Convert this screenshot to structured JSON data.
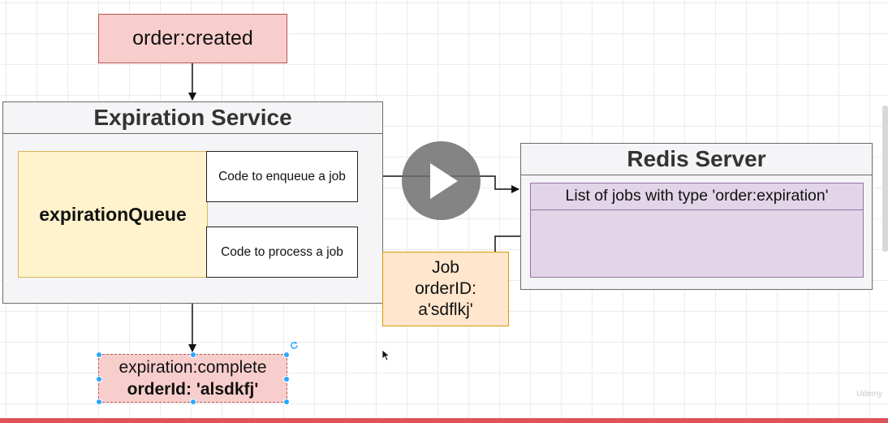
{
  "events": {
    "order_created": "order:created",
    "expiration_complete": {
      "line1": "expiration:complete",
      "line2": "orderId: 'alsdkfj'"
    }
  },
  "expiration_service": {
    "title": "Expiration Service",
    "queue_label": "expirationQueue",
    "enqueue_label": "Code to enqueue a job",
    "process_label": "Code to process a job"
  },
  "redis_server": {
    "title": "Redis Server",
    "list_label": "List of jobs with type 'order:expiration'"
  },
  "job": {
    "line1": "Job",
    "line2": "orderID:",
    "line3": "a'sdflkj'"
  },
  "watermark": "Udemy",
  "colors": {
    "event_fill": "#f8cecc",
    "event_border": "#b85450",
    "queue_fill": "#fff2cc",
    "queue_border": "#d6b656",
    "job_fill": "#ffe6cc",
    "job_border": "#d79b00",
    "redis_list_fill": "#e1d5e7",
    "redis_list_border": "#9673a6",
    "container_fill": "#f5f4f6",
    "selection": "#29a6ff",
    "progress_bar": "#e0525a"
  }
}
